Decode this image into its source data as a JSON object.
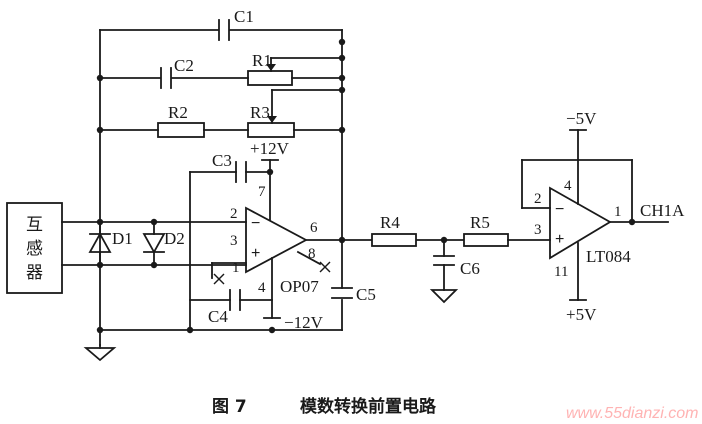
{
  "labels": {
    "c1": "C1",
    "c2": "C2",
    "c3": "C3",
    "c4": "C4",
    "c5": "C5",
    "c6": "C6",
    "r1": "R1",
    "r2": "R2",
    "r3": "R3",
    "r4": "R4",
    "r5": "R5",
    "d1": "D1",
    "d2": "D2",
    "op07": "OP07",
    "lt084": "LT084",
    "vplus12": "+12V",
    "vminus12": "−12V",
    "vminus5": "−5V",
    "vplus5": "+5V",
    "ch1a": "CH1A",
    "sensor": "互感器"
  },
  "op07_pins": {
    "p2": "2",
    "p3": "3",
    "p1": "1",
    "p7": "7",
    "p6": "6",
    "p8": "8",
    "p4": "4",
    "minus": "−",
    "plus": "+"
  },
  "lt084_pins": {
    "p2": "2",
    "p3": "3",
    "p4": "4",
    "p11": "11",
    "p1": "1",
    "minus": "−",
    "plus": "+"
  },
  "caption": {
    "figure": "图 7",
    "title": "模数转换前置电路"
  },
  "watermark": "www.55dianzi.com"
}
